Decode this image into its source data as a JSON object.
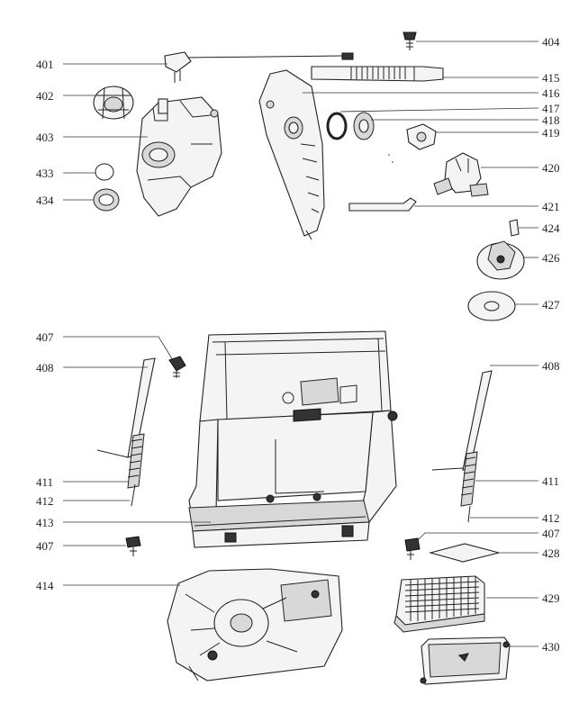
{
  "colors": {
    "line": "#333333",
    "part_fill": "#f4f4f4",
    "part_shade": "#d8d8d8",
    "dark": "#333333"
  },
  "labels": {
    "l401": "401",
    "l402": "402",
    "l403": "403",
    "l404": "404",
    "l407a": "407",
    "l407b": "407",
    "l407c": "407",
    "l408a": "408",
    "l408b": "408",
    "l411a": "411",
    "l411b": "411",
    "l412a": "412",
    "l412b": "412",
    "l413": "413",
    "l414": "414",
    "l415": "415",
    "l416": "416",
    "l417": "417",
    "l418": "418",
    "l419": "419",
    "l420": "420",
    "l421": "421",
    "l424": "424",
    "l426": "426",
    "l427": "427",
    "l428": "428",
    "l429": "429",
    "l430": "430",
    "l433": "433",
    "l434": "434"
  }
}
